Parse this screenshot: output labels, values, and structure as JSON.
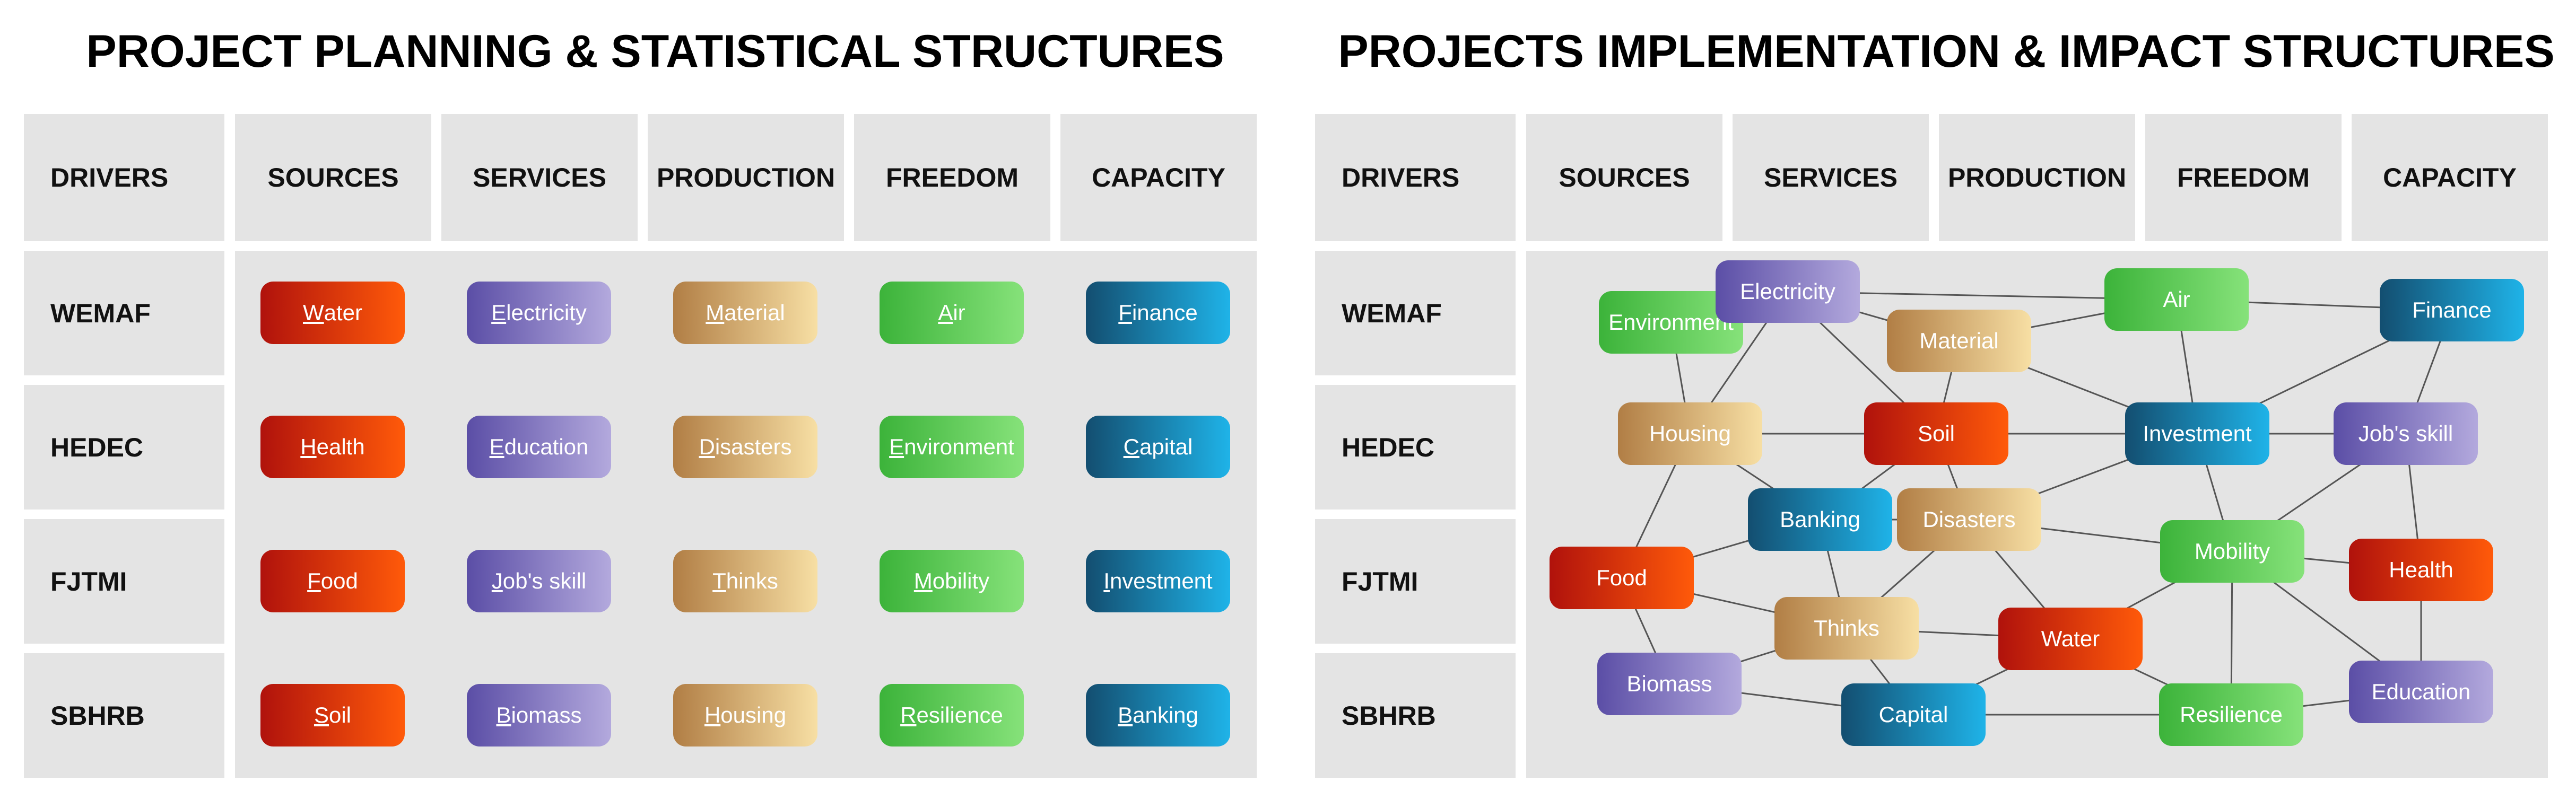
{
  "left": {
    "title": "PROJECT PLANNING & STATISTICAL STRUCTURES",
    "drivers_header": "DRIVERS",
    "columns": [
      "SOURCES",
      "SERVICES",
      "PRODUCTION",
      "FREEDOM",
      "CAPACITY"
    ],
    "rows": [
      "WEMAF",
      "HEDEC",
      "FJTMI",
      "SBHRB"
    ],
    "grid": [
      [
        "Water",
        "Electricity",
        "Material",
        "Air",
        "Finance"
      ],
      [
        "Health",
        "Education",
        "Disasters",
        "Environment",
        "Capital"
      ],
      [
        "Food",
        "Job's skill",
        "Thinks",
        "Mobility",
        "Investment"
      ],
      [
        "Soil",
        "Biomass",
        "Housing",
        "Resilience",
        "Banking"
      ]
    ]
  },
  "right": {
    "title": "PROJECTS IMPLEMENTATION & IMPACT STRUCTURES",
    "drivers_header": "DRIVERS",
    "columns": [
      "SOURCES",
      "SERVICES",
      "PRODUCTION",
      "FREEDOM",
      "CAPACITY"
    ],
    "rows": [
      "WEMAF",
      "HEDEC",
      "FJTMI",
      "SBHRB"
    ],
    "nodes": [
      {
        "id": "environment",
        "label": "Environment",
        "color": "green"
      },
      {
        "id": "electricity",
        "label": "Electricity",
        "color": "purple"
      },
      {
        "id": "material",
        "label": "Material",
        "color": "tan"
      },
      {
        "id": "air",
        "label": "Air",
        "color": "green"
      },
      {
        "id": "finance",
        "label": "Finance",
        "color": "blue"
      },
      {
        "id": "housing",
        "label": "Housing",
        "color": "tan"
      },
      {
        "id": "soil",
        "label": "Soil",
        "color": "red"
      },
      {
        "id": "investment",
        "label": "Investment",
        "color": "blue"
      },
      {
        "id": "jobskill",
        "label": "Job's skill",
        "color": "purple"
      },
      {
        "id": "banking",
        "label": "Banking",
        "color": "blue"
      },
      {
        "id": "disasters",
        "label": "Disasters",
        "color": "tan"
      },
      {
        "id": "mobility",
        "label": "Mobility",
        "color": "green"
      },
      {
        "id": "health",
        "label": "Health",
        "color": "red"
      },
      {
        "id": "food",
        "label": "Food",
        "color": "red"
      },
      {
        "id": "thinks",
        "label": "Thinks",
        "color": "tan"
      },
      {
        "id": "water",
        "label": "Water",
        "color": "red"
      },
      {
        "id": "biomass",
        "label": "Biomass",
        "color": "purple"
      },
      {
        "id": "capital",
        "label": "Capital",
        "color": "blue"
      },
      {
        "id": "resilience",
        "label": "Resilience",
        "color": "green"
      },
      {
        "id": "education",
        "label": "Education",
        "color": "purple"
      }
    ],
    "edges": [
      [
        "environment",
        "electricity"
      ],
      [
        "environment",
        "housing"
      ],
      [
        "electricity",
        "air"
      ],
      [
        "electricity",
        "material"
      ],
      [
        "electricity",
        "housing"
      ],
      [
        "electricity",
        "soil"
      ],
      [
        "material",
        "air"
      ],
      [
        "material",
        "investment"
      ],
      [
        "material",
        "soil"
      ],
      [
        "air",
        "finance"
      ],
      [
        "air",
        "investment"
      ],
      [
        "finance",
        "investment"
      ],
      [
        "finance",
        "jobskill"
      ],
      [
        "housing",
        "soil"
      ],
      [
        "housing",
        "banking"
      ],
      [
        "housing",
        "food"
      ],
      [
        "soil",
        "investment"
      ],
      [
        "soil",
        "banking"
      ],
      [
        "soil",
        "disasters"
      ],
      [
        "investment",
        "jobskill"
      ],
      [
        "investment",
        "disasters"
      ],
      [
        "investment",
        "mobility"
      ],
      [
        "jobskill",
        "mobility"
      ],
      [
        "jobskill",
        "health"
      ],
      [
        "banking",
        "disasters"
      ],
      [
        "banking",
        "food"
      ],
      [
        "banking",
        "thinks"
      ],
      [
        "disasters",
        "mobility"
      ],
      [
        "disasters",
        "water"
      ],
      [
        "disasters",
        "thinks"
      ],
      [
        "mobility",
        "health"
      ],
      [
        "mobility",
        "water"
      ],
      [
        "mobility",
        "resilience"
      ],
      [
        "mobility",
        "education"
      ],
      [
        "health",
        "education"
      ],
      [
        "food",
        "thinks"
      ],
      [
        "food",
        "biomass"
      ],
      [
        "thinks",
        "water"
      ],
      [
        "thinks",
        "biomass"
      ],
      [
        "thinks",
        "capital"
      ],
      [
        "water",
        "capital"
      ],
      [
        "water",
        "resilience"
      ],
      [
        "biomass",
        "capital"
      ],
      [
        "capital",
        "resilience"
      ],
      [
        "resilience",
        "education"
      ]
    ]
  }
}
